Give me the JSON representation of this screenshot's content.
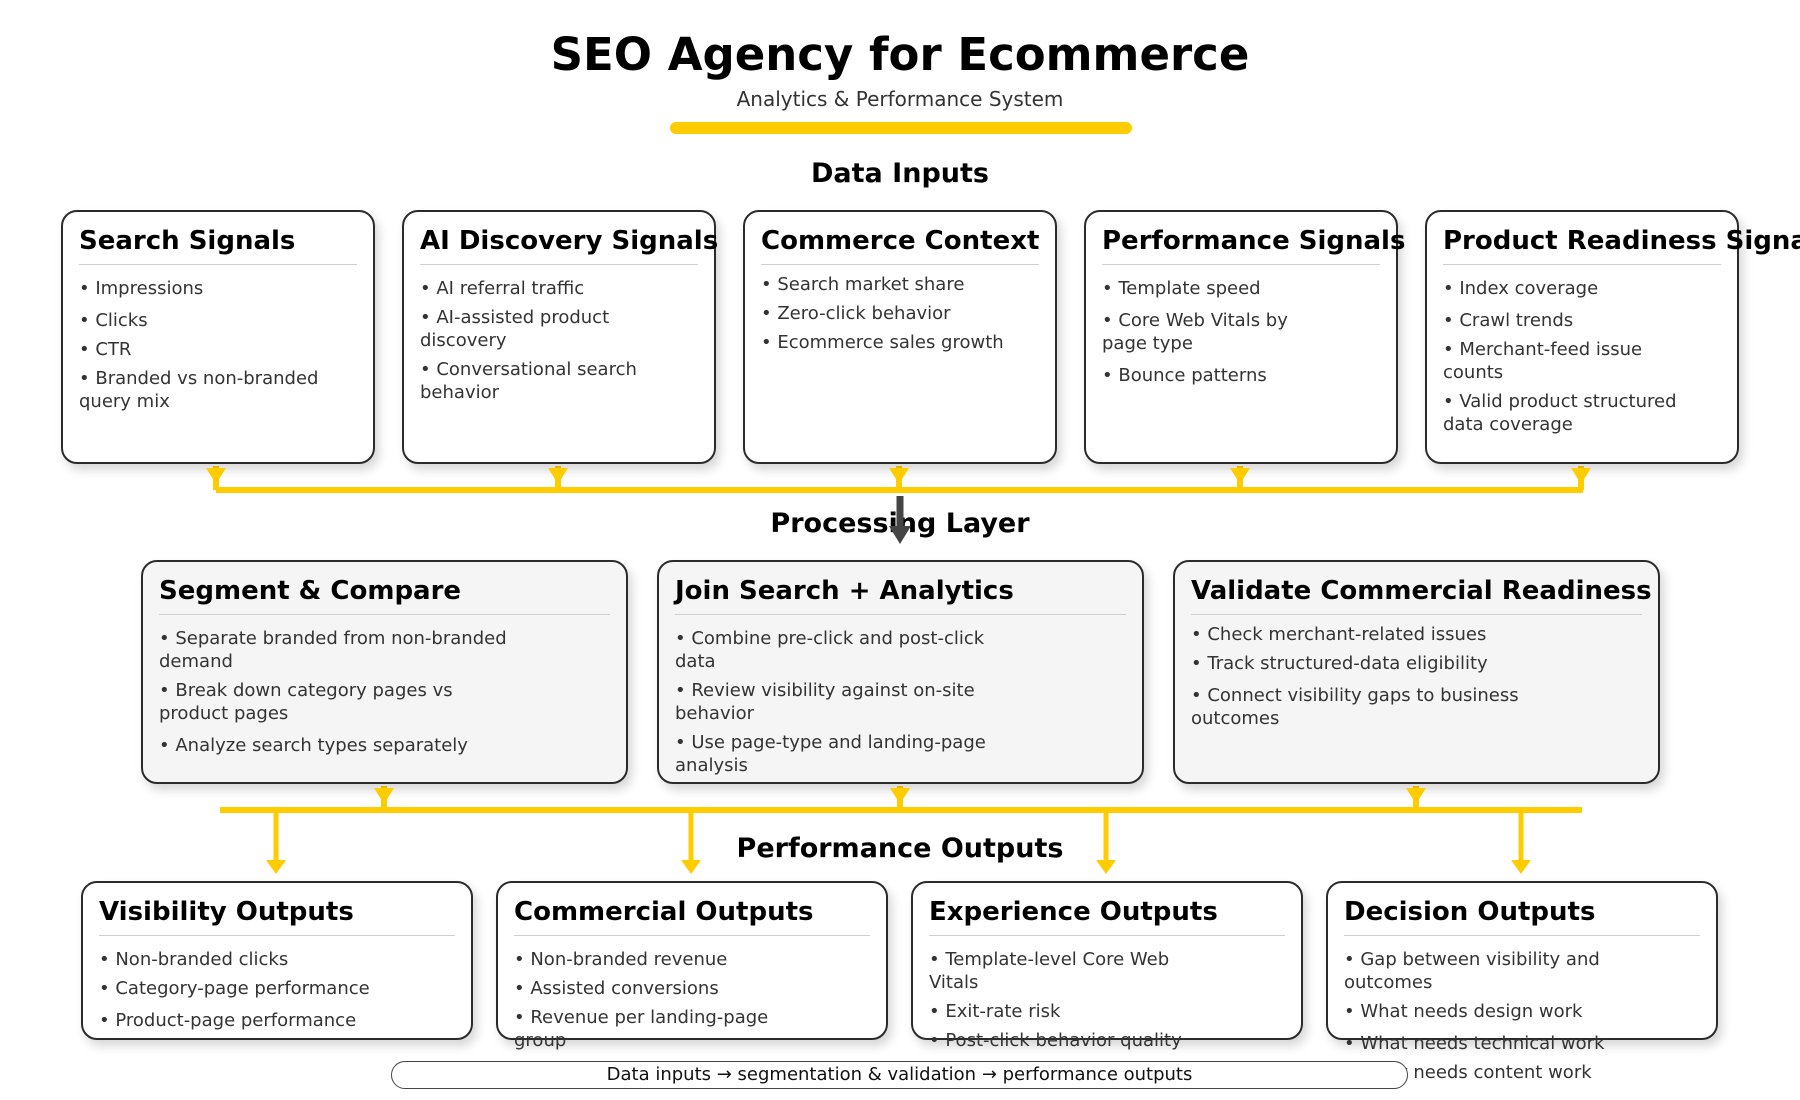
{
  "title": "SEO Agency for Ecommerce",
  "subtitle": "Analytics & Performance System",
  "accent_color": "#ffcc00",
  "sections": {
    "inputs": "Data Inputs",
    "processing": "Processing Layer",
    "outputs": "Performance Outputs"
  },
  "inputs": [
    {
      "title": "Search Signals",
      "items": [
        "Impressions",
        "Clicks",
        "CTR",
        "Branded vs non-branded query mix"
      ]
    },
    {
      "title": "AI Discovery Signals",
      "items": [
        "AI referral traffic",
        "AI-assisted product discovery",
        "Conversational search behavior"
      ]
    },
    {
      "title": "Commerce Context",
      "items": [
        "Search market share",
        "Zero-click behavior",
        "Ecommerce sales growth"
      ]
    },
    {
      "title": "Performance Signals",
      "items": [
        "Template speed",
        "Core Web Vitals by page type",
        "Bounce patterns"
      ]
    },
    {
      "title": "Product Readiness Signals",
      "items": [
        "Index coverage",
        "Crawl trends",
        "Merchant-feed issue counts",
        "Valid product structured data coverage"
      ]
    }
  ],
  "processing": [
    {
      "title": "Segment & Compare",
      "items": [
        "Separate branded from non-branded demand",
        "Break down category pages vs product pages",
        "Analyze search types separately"
      ]
    },
    {
      "title": "Join Search + Analytics",
      "items": [
        "Combine pre-click and post-click data",
        "Review visibility against on-site behavior",
        "Use page-type and landing-page analysis"
      ]
    },
    {
      "title": "Validate Commercial Readiness",
      "items": [
        "Check merchant-related issues",
        "Track structured-data eligibility",
        "Connect visibility gaps to business outcomes"
      ]
    }
  ],
  "outputs": [
    {
      "title": "Visibility Outputs",
      "items": [
        "Non-branded clicks",
        "Category-page performance",
        "Product-page performance"
      ]
    },
    {
      "title": "Commercial Outputs",
      "items": [
        "Non-branded revenue",
        "Assisted conversions",
        "Revenue per landing-page group"
      ]
    },
    {
      "title": "Experience Outputs",
      "items": [
        "Template-level Core Web Vitals",
        "Exit-rate risk",
        "Post-click behavior quality"
      ]
    },
    {
      "title": "Decision Outputs",
      "items": [
        "Gap between visibility and outcomes",
        "What needs design work",
        "What needs technical work",
        "What needs content work"
      ]
    }
  ],
  "footer": "Data inputs → segmentation & validation → performance outputs"
}
